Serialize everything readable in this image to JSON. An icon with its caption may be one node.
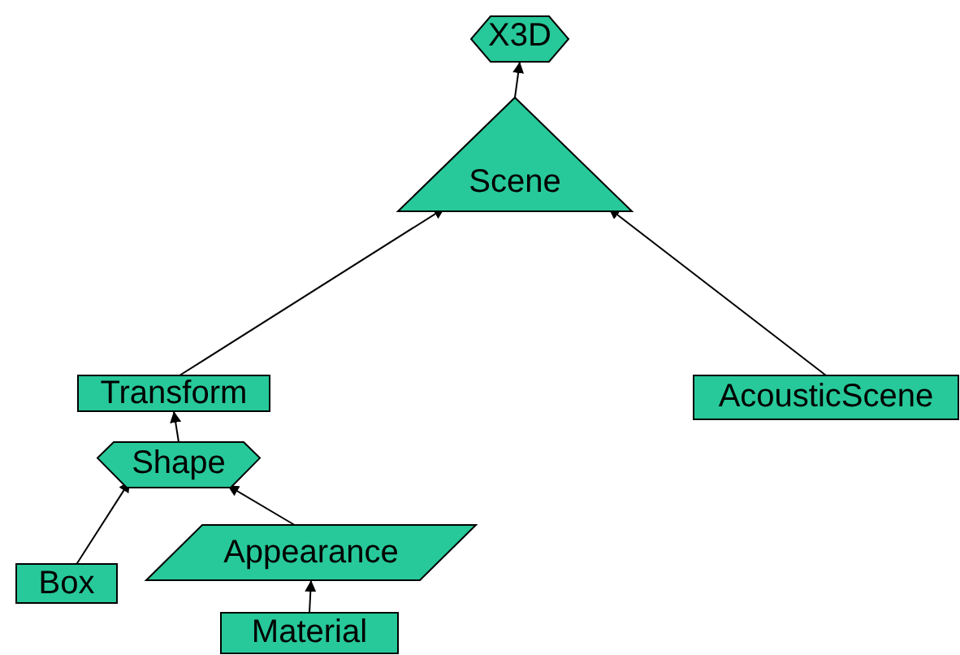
{
  "diagram": {
    "nodes": [
      {
        "text": [
          "X3D"
        ]
      },
      {
        "text": [
          "Scene"
        ]
      },
      {
        "text": [
          "Transform"
        ]
      },
      {
        "text": [
          "AcousticScene"
        ]
      },
      {
        "text": [
          "Shape"
        ]
      },
      {
        "text": [
          "Box"
        ]
      },
      {
        "text": [
          "Appearance"
        ]
      },
      {
        "text": [
          "Material"
        ]
      }
    ],
    "edges": [
      {
        "from": 1,
        "to": 0,
        "arrow": "to"
      },
      {
        "from": 2,
        "to": 1,
        "arrow": "to"
      },
      {
        "from": 3,
        "to": 1,
        "arrow": "to"
      },
      {
        "from": 4,
        "to": 2,
        "arrow": "to"
      },
      {
        "from": 5,
        "to": 4,
        "arrow": "to"
      },
      {
        "from": 6,
        "to": 4,
        "arrow": "to"
      },
      {
        "from": 7,
        "to": 6,
        "arrow": "to"
      }
    ]
  }
}
